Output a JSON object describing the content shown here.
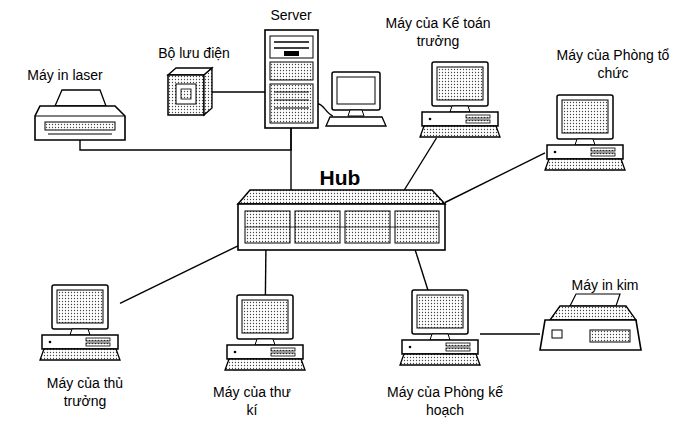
{
  "diagram": {
    "nodes": [
      {
        "text": [
          "Server"
        ]
      },
      {
        "text": [
          "Máy của Kế toán trưởng"
        ]
      },
      {
        "text": [
          "Bộ lưu điện"
        ]
      },
      {
        "text": [
          "Máy của Phòng tổ chức"
        ]
      },
      {
        "text": [
          "Máy in laser"
        ]
      },
      {
        "text": [
          "Hub"
        ]
      },
      {
        "text": [
          "Máy in kim"
        ]
      },
      {
        "text": [
          "Máy của thủ trưởng"
        ]
      },
      {
        "text": [
          "Máy của thư kí"
        ]
      },
      {
        "text": [
          "Máy của Phòng kế hoạch"
        ]
      }
    ],
    "edges": [
      {
        "from": 5,
        "to": 0,
        "arrow": "none"
      },
      {
        "from": 5,
        "to": 1,
        "arrow": "none"
      },
      {
        "from": 5,
        "to": 3,
        "arrow": "none"
      },
      {
        "from": 5,
        "to": 7,
        "arrow": "none"
      },
      {
        "from": 5,
        "to": 8,
        "arrow": "none"
      },
      {
        "from": 5,
        "to": 9,
        "arrow": "none"
      },
      {
        "from": 2,
        "to": 0,
        "arrow": "none"
      },
      {
        "from": 4,
        "to": 0,
        "arrow": "none"
      },
      {
        "from": 9,
        "to": 6,
        "arrow": "none"
      }
    ]
  }
}
